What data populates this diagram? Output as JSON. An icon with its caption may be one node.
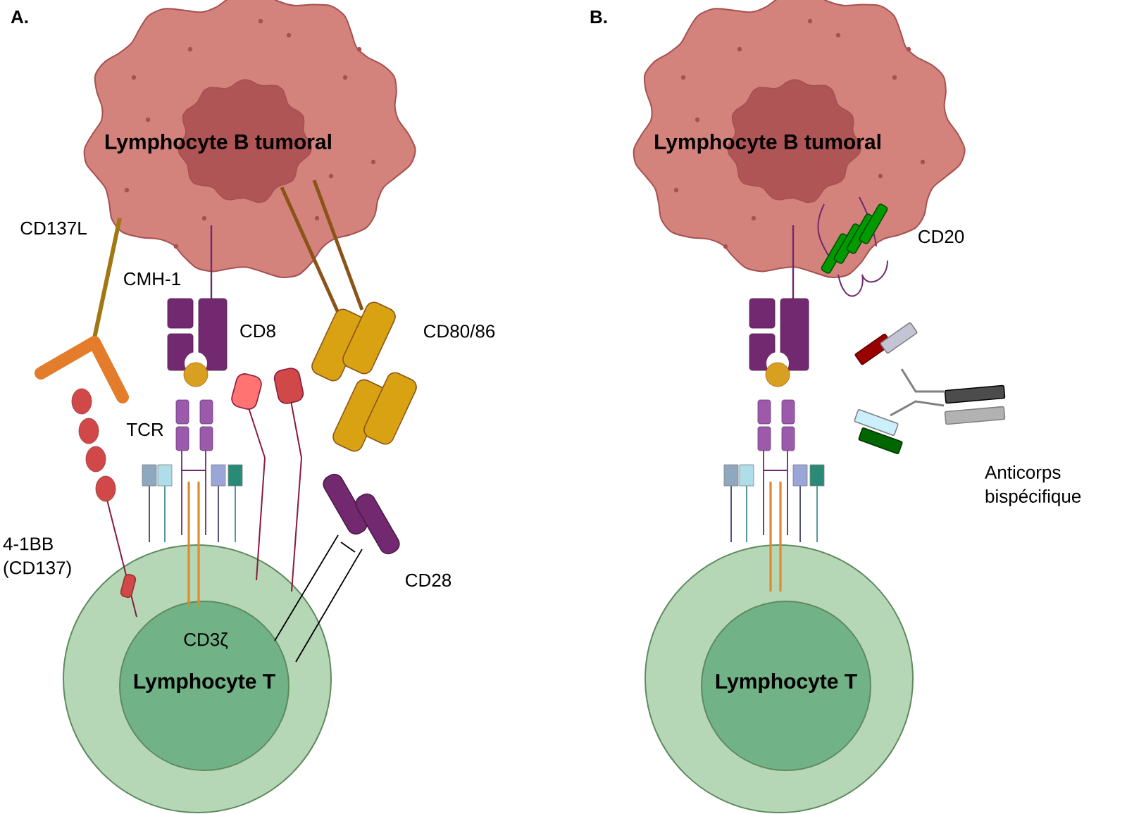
{
  "diagram": {
    "nodes": [
      {
        "text": [
          "Lymphocyte B tumoral"
        ]
      },
      {
        "text": [
          "Lymphocyte T"
        ]
      },
      {
        "text": [
          "Lymphocyte B tumoral"
        ]
      },
      {
        "text": [
          "Lymphocyte T"
        ]
      }
    ],
    "labels": [
      "A.",
      "CD137L",
      "CMH-1",
      "CD8",
      "CD80/86",
      "TCR",
      "4-1BB (CD137)",
      "CD28",
      "CD3ζ",
      "B.",
      "CD20",
      "Anticorps bispécifique"
    ]
  }
}
